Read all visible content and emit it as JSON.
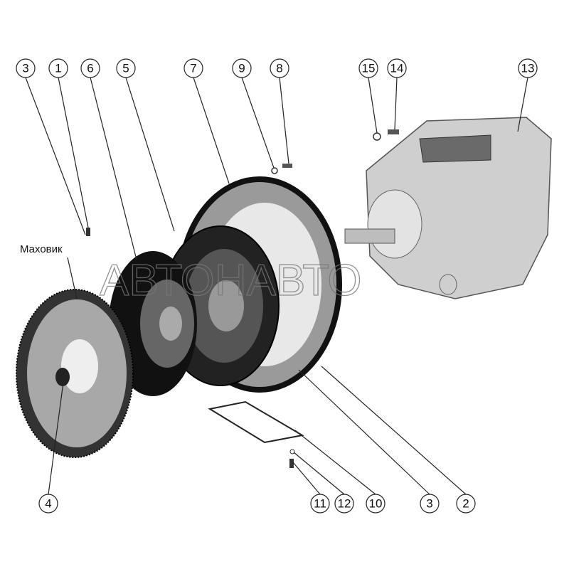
{
  "diagram": {
    "part_label": "Маховик",
    "watermark": "АВТОНАВТО",
    "callouts_top": [
      "3",
      "1",
      "6",
      "5",
      "7",
      "9",
      "8",
      "15",
      "14",
      "13"
    ],
    "callouts_bottom": [
      "4",
      "11",
      "12",
      "10",
      "3",
      "2"
    ]
  }
}
